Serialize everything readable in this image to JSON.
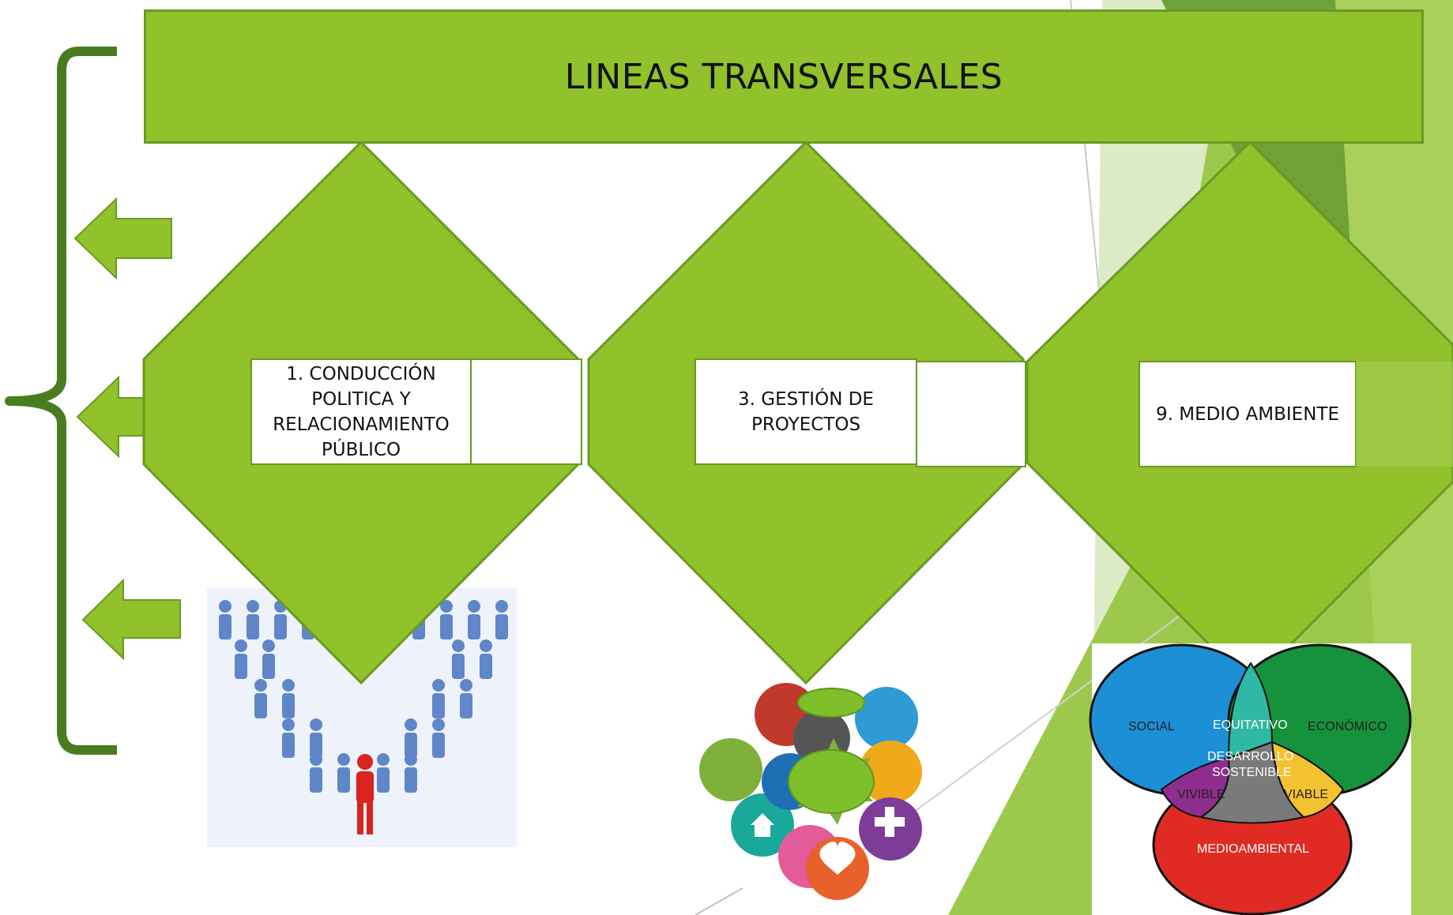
{
  "banner": {
    "title": "LINEAS TRANSVERSALES"
  },
  "lines": [
    {
      "label": "1. CONDUCCIÓN POLITICA Y RELACIONAMIENTO PÚBLICO"
    },
    {
      "label": "3. GESTIÓN DE PROYECTOS"
    },
    {
      "label": "9. MEDIO AMBIENTE"
    }
  ],
  "venn": {
    "social": "SOCIAL",
    "economico": "ECONÓMICO",
    "medioambiental": "MEDIOAMBIENTAL",
    "equitativo": "EQUITATIVO",
    "vivible": "VIVIBLE",
    "viable": "VIABLE",
    "center_line1": "DESARROLLO",
    "center_line2": "SOSTENIBLE"
  },
  "colors": {
    "diamond": "#91c12b",
    "banner": "#91c12b",
    "brace": "#4a7c1f",
    "social": "#1c8fd6",
    "economico": "#16913c",
    "medioambiental": "#e02b24",
    "equitativo": "#2fb8a3",
    "vivible": "#8e2e8e",
    "viable": "#f2c230",
    "center": "#7a7a7a"
  }
}
